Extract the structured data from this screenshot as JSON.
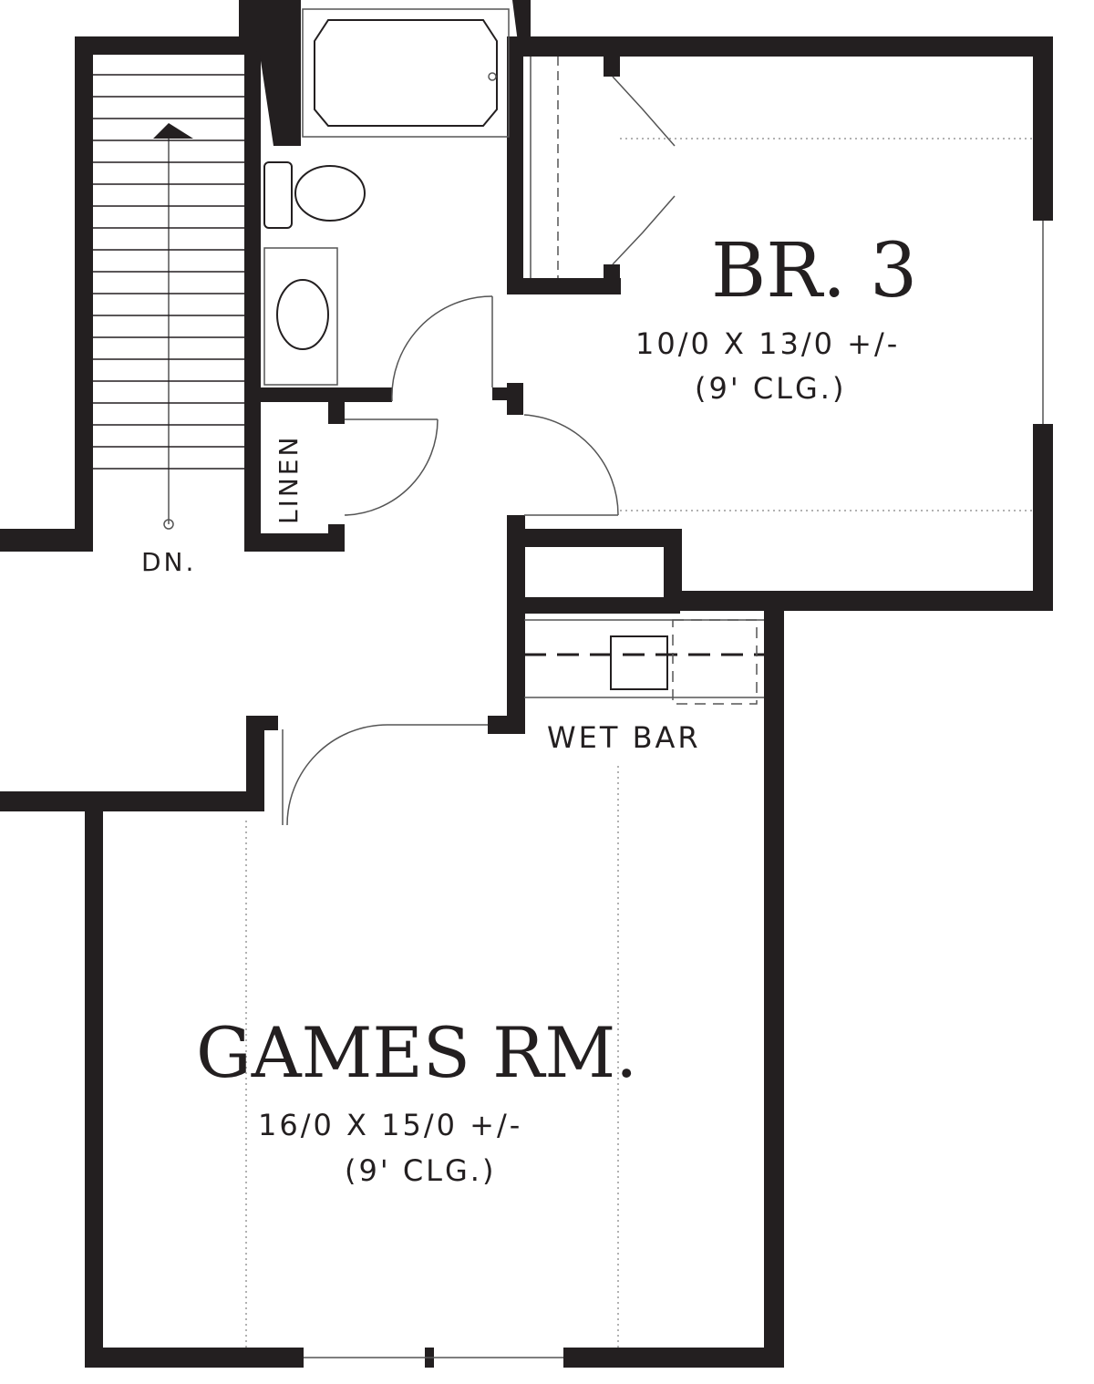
{
  "rooms": {
    "br3": {
      "name": "BR. 3",
      "size": "10/0 X 13/0 +/-",
      "ceiling": "(9' CLG.)"
    },
    "games": {
      "name": "GAMES RM.",
      "size": "16/0 X 15/0 +/-",
      "ceiling": "(9' CLG.)"
    },
    "linen": {
      "name": "LINEN"
    },
    "wet_bar": {
      "name": "WET BAR"
    },
    "stairs": {
      "label": "DN."
    }
  },
  "colors": {
    "wall": "#231f20",
    "line": "#555555",
    "background": "#ffffff"
  }
}
